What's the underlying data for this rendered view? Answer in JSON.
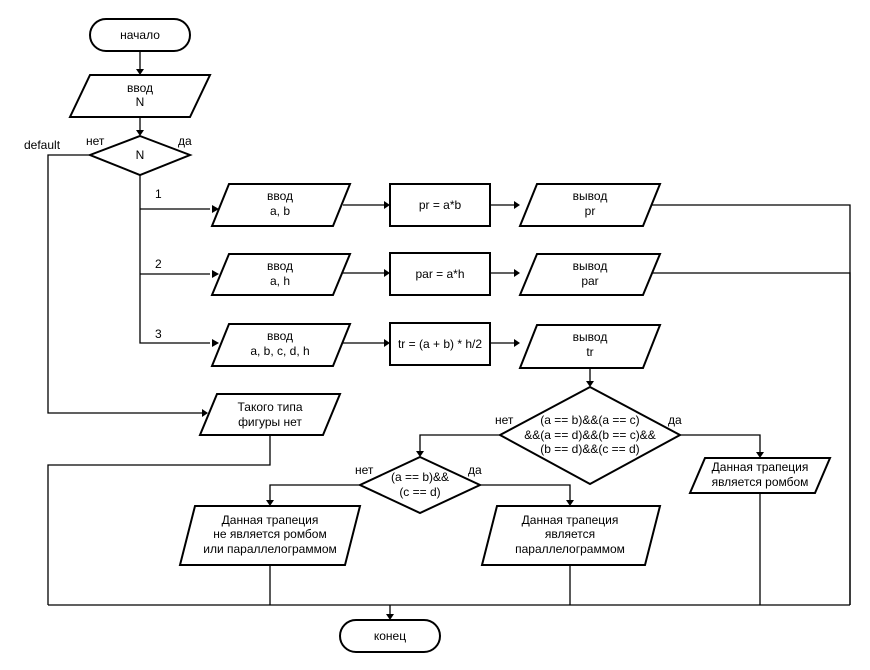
{
  "nodes": {
    "start": "начало",
    "input_n": [
      "ввод",
      "N"
    ],
    "switch_n": "N",
    "input_rect": [
      "ввод",
      "a, b"
    ],
    "calc_rect": "pr = a*b",
    "output_rect": [
      "вывод",
      "pr"
    ],
    "input_par": [
      "ввод",
      "a, h"
    ],
    "calc_par": "par = a*h",
    "output_par": [
      "вывод",
      "par"
    ],
    "input_trap": [
      "ввод",
      "a, b, c, d, h"
    ],
    "calc_trap": "tr = (a + b) * h/2",
    "output_trap": [
      "вывод",
      "tr"
    ],
    "no_type": [
      "Такого типа",
      "фигуры нет"
    ],
    "cond_rhomb": [
      "(a == b)&&(a == c)",
      "&&(a == d)&&(b == c)&&",
      "(b == d)&&(c == d)"
    ],
    "cond_par": [
      "(a == b)&&",
      "(c == d)"
    ],
    "is_rhomb": [
      "Данная трапеция",
      "является ромбом"
    ],
    "not_rhomb": [
      "Данная трапеция",
      "не является ромбом",
      "или параллелограммом"
    ],
    "is_par": [
      "Данная трапеция",
      "является",
      "параллелограммом"
    ],
    "end": "конец"
  },
  "edge_labels": {
    "default": "default",
    "no": "нет",
    "yes": "да",
    "case_1": "1",
    "case_2": "2",
    "case_3": "3"
  }
}
